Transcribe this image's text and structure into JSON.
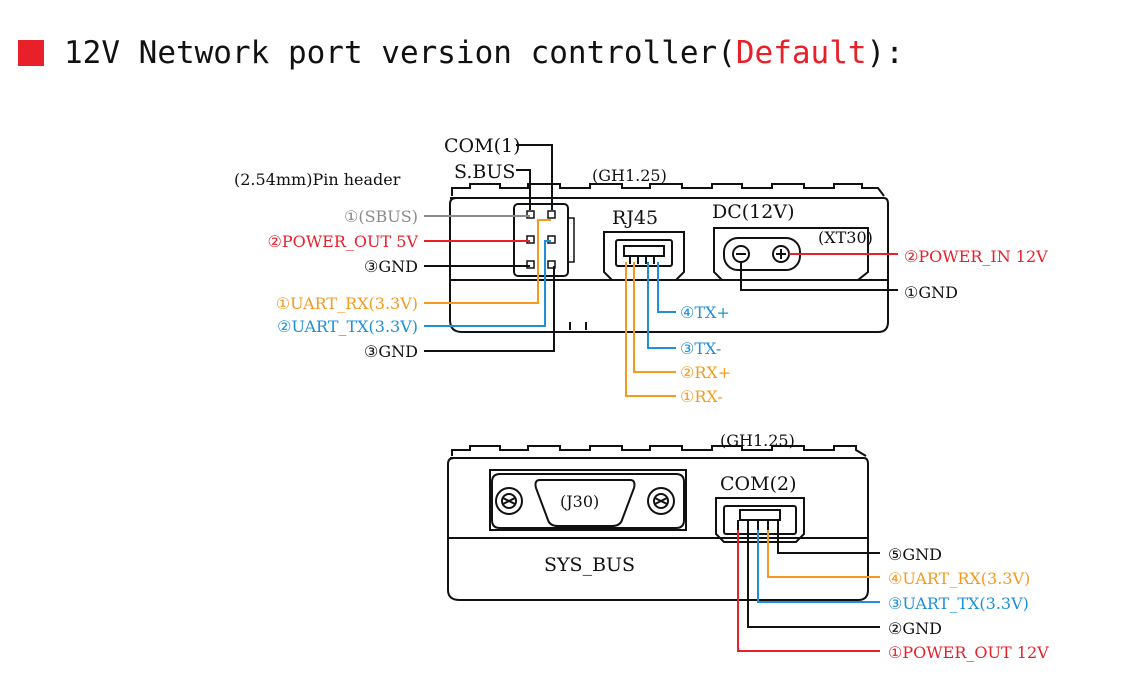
{
  "header": {
    "title_prefix": "12V Network port version controller(",
    "title_highlight": "Default",
    "title_suffix": "):"
  },
  "colors": {
    "accent_red": "#e8202a",
    "orange": "#f39a1f",
    "blue": "#1f8fd6",
    "gray": "#8a8a8a",
    "black": "#111111"
  },
  "top_diagram": {
    "com1_label": "COM(1)",
    "sbus_label": "S.BUS",
    "pin_header_label": "(2.54mm)Pin header",
    "gh_label": "(GH1.25)",
    "rj45_label": "RJ45",
    "dc_label": "DC(12V)",
    "xt30_label": "(XT30)",
    "left_pins": [
      {
        "label": "①(SBUS)",
        "color": "gray"
      },
      {
        "label": "②POWER_OUT 5V",
        "color": "red"
      },
      {
        "label": "③GND",
        "color": "black"
      },
      {
        "label": "①UART_RX(3.3V)",
        "color": "orange"
      },
      {
        "label": "②UART_TX(3.3V)",
        "color": "blue"
      },
      {
        "label": "③GND",
        "color": "black"
      }
    ],
    "rj45_pins": [
      {
        "label": "④TX+",
        "color": "blue"
      },
      {
        "label": "③TX-",
        "color": "blue"
      },
      {
        "label": "②RX+",
        "color": "orange"
      },
      {
        "label": "①RX-",
        "color": "orange"
      }
    ],
    "dc_pins": [
      {
        "label": "②POWER_IN 12V",
        "color": "red"
      },
      {
        "label": "①GND",
        "color": "black"
      }
    ]
  },
  "bottom_diagram": {
    "gh_label": "(GH1.25)",
    "com2_label": "COM(2)",
    "j30_label": "(J30)",
    "sysbus_label": "SYS_BUS",
    "pins": [
      {
        "label": "⑤GND",
        "color": "black"
      },
      {
        "label": "④UART_RX(3.3V)",
        "color": "orange"
      },
      {
        "label": "③UART_TX(3.3V)",
        "color": "blue"
      },
      {
        "label": "②GND",
        "color": "black"
      },
      {
        "label": "①POWER_OUT 12V",
        "color": "red"
      }
    ]
  }
}
